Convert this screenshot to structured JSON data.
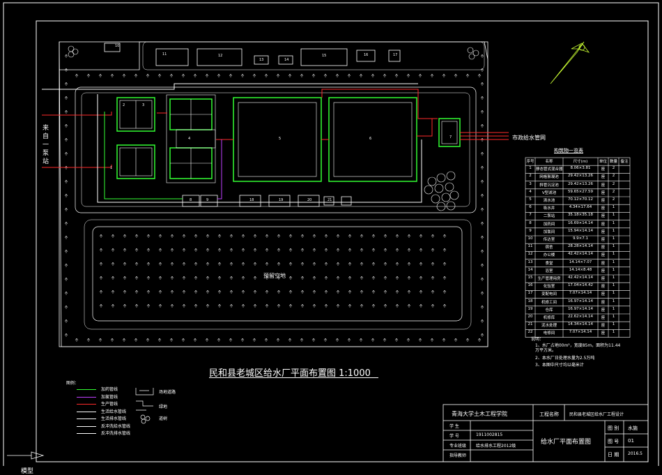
{
  "drawing": {
    "title": "民和县老城区给水厂平面布置图 1:1000",
    "inlet_label": [
      "来",
      "自",
      "一",
      "泵",
      "站"
    ],
    "outlet_label": "市政给水管网",
    "reserve_label": "预留空地",
    "table_title": "构筑物一览表",
    "colors": {
      "frame": "#ffffff",
      "structure": "#33ff33",
      "pipe_red": "#ff2a2a",
      "pipe_purple": "#c040ff",
      "north": "#ccff33"
    }
  },
  "units": [
    "1",
    "2",
    "3",
    "4",
    "5",
    "6",
    "7",
    "8",
    "9",
    "10",
    "11",
    "12",
    "13",
    "14",
    "15",
    "16",
    "17",
    "18",
    "19",
    "20",
    "21"
  ],
  "table": {
    "headers": [
      "序号",
      "名称",
      "尺寸(m)",
      "单位",
      "数量",
      "备注"
    ],
    "rows": [
      [
        "1",
        "静态管式混合器",
        "8.06×3.81",
        "座",
        "2",
        ""
      ],
      [
        "2",
        "网格絮凝池",
        "29.42×13.26",
        "座",
        "2",
        ""
      ],
      [
        "3",
        "斜管沉淀池",
        "29.42×13.26",
        "座",
        "2",
        ""
      ],
      [
        "4",
        "V型滤池",
        "59.65×27.59",
        "座",
        "2",
        ""
      ],
      [
        "5",
        "清水池",
        "70.12×70.12",
        "座",
        "2",
        ""
      ],
      [
        "6",
        "吸水井",
        "4.34×17.64",
        "座",
        "1",
        ""
      ],
      [
        "7",
        "二泵站",
        "35.18×35.18",
        "座",
        "1",
        ""
      ],
      [
        "8",
        "加药间",
        "16.69×14.14",
        "座",
        "1",
        ""
      ],
      [
        "9",
        "加氯间",
        "15.94×14.14",
        "座",
        "1",
        ""
      ],
      [
        "10",
        "传达室",
        "9.9×7.1",
        "座",
        "1",
        ""
      ],
      [
        "11",
        "宿舍",
        "28.28×14.14",
        "座",
        "1",
        ""
      ],
      [
        "12",
        "办公楼",
        "42.42×14.14",
        "座",
        "1",
        ""
      ],
      [
        "13",
        "食堂",
        "14.14×7.07",
        "座",
        "1",
        ""
      ],
      [
        "14",
        "浴室",
        "14.14×8.48",
        "座",
        "1",
        ""
      ],
      [
        "15",
        "生产管理用房",
        "42.42×14.14",
        "座",
        "1",
        ""
      ],
      [
        "16",
        "化验室",
        "17.04×14.42",
        "座",
        "1",
        ""
      ],
      [
        "17",
        "变配电间",
        "7.07×14.14",
        "座",
        "1",
        ""
      ],
      [
        "18",
        "机修工间",
        "16.97×14.14",
        "座",
        "1",
        ""
      ],
      [
        "19",
        "仓库",
        "16.97×14.14",
        "座",
        "1",
        ""
      ],
      [
        "20",
        "机修库",
        "22.62×14.14",
        "座",
        "1",
        ""
      ],
      [
        "21",
        "泥水处理",
        "14.34×14.14",
        "座",
        "1",
        ""
      ],
      [
        "22",
        "电修间",
        "7.07×14.14",
        "座",
        "1",
        ""
      ]
    ]
  },
  "notes": {
    "heading": "说明：",
    "items": [
      "1、水厂占地00m²，宽度85m，面积为11.44万平方米。",
      "2、本水厂日处理水量为2.5万吨",
      "3、本图中尺寸均以毫米计"
    ]
  },
  "legend": {
    "heading": "图例：",
    "lines": [
      {
        "label": "加药管线",
        "color": "#33ff33"
      },
      {
        "label": "加氯管线",
        "color": "#c040ff"
      },
      {
        "label": "生产管线",
        "color": "#ff2a2a"
      },
      {
        "label": "生活给水管线",
        "color": "#ffffff"
      },
      {
        "label": "生活排水管线",
        "color": "#ffffff"
      },
      {
        "label": "反冲洗给水管线",
        "color": "#ffffff"
      },
      {
        "label": "反冲洗排水管线",
        "color": "#ffffff"
      }
    ],
    "symbols": [
      "场地道路",
      "绿地",
      "道树"
    ]
  },
  "title_block": {
    "school": "青海大学土木工程学院",
    "project_label": "工程名称",
    "project_value": "民和县老城区给水厂工程设计",
    "student_label": "学  生",
    "id_label": "学  号",
    "id_value": "1911002815",
    "major_label": "专业班级",
    "major_value": "给水排水工程2012级",
    "advisor_label": "指导教师",
    "drawing_name": "给水厂平面布置图",
    "scale_label": "图 别",
    "scale_value": "水施",
    "no_label": "图 号",
    "no_value": "01",
    "date_label": "日 期",
    "date_value": "2016.5"
  },
  "status_bar": {
    "model_tab": "模型"
  }
}
